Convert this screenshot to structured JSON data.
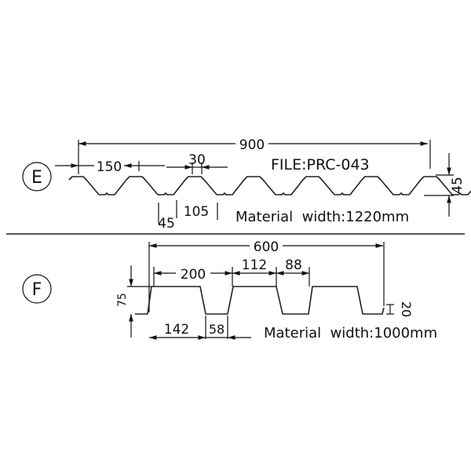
{
  "section_e": {
    "label": "E",
    "dim_total": "900",
    "dim_pitch": "150",
    "dim_top": "30",
    "dim_valley": "45",
    "dim_slope": "105",
    "dim_height": "45",
    "file": "FILE:PRC-043",
    "material": "Material  width:1220mm"
  },
  "section_f": {
    "label": "F",
    "dim_total": "600",
    "dim_rib": "200",
    "dim_a": "112",
    "dim_b": "88",
    "dim_height": "75",
    "dim_top": "142",
    "dim_gap": "58",
    "dim_lip": "20",
    "material": "Material  width:1000mm"
  },
  "colors": {
    "line": "#111111",
    "separator": "#555555"
  }
}
